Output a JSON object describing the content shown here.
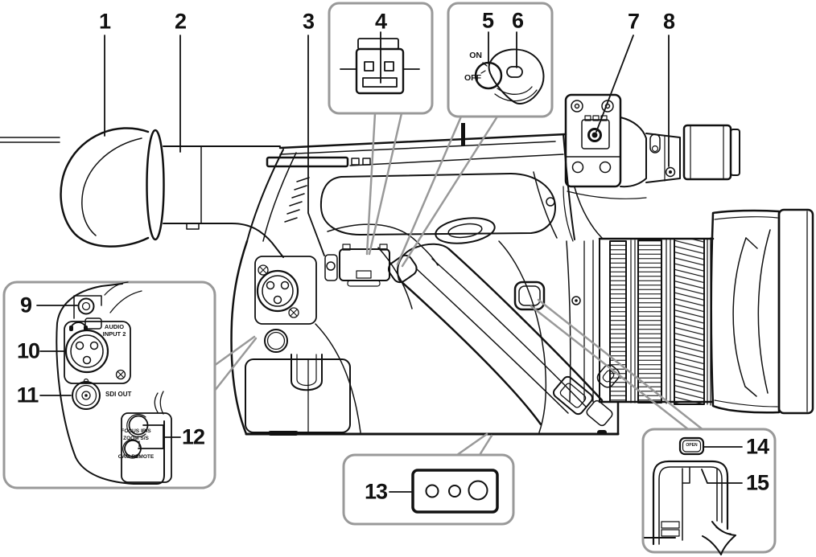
{
  "callout_numbers": [
    "1",
    "2",
    "3",
    "4",
    "5",
    "6",
    "7",
    "8",
    "9",
    "10",
    "11",
    "12",
    "13",
    "14",
    "15"
  ],
  "labels": {
    "power_on": "ON",
    "power_off": "OFF",
    "audio_input_line1": "AUDIO",
    "audio_input_line2": "INPUT 2",
    "sdi_out": "SDI OUT",
    "remote_jack_line1": "FOCUS IRIS",
    "remote_jack_line2": "ZOOM S/S",
    "cam_remote": "CAM REMOTE",
    "open_button": "OPEN"
  },
  "icons": {
    "headphones": "headphones-jack-marking"
  },
  "colors": {
    "line": "#111111",
    "callout": "#999999",
    "background": "#ffffff"
  }
}
